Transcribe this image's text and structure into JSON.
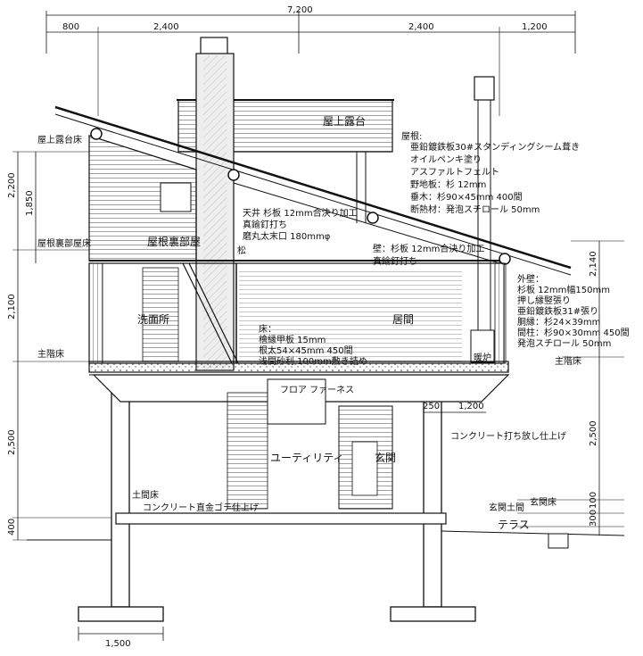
{
  "drawing": {
    "dimensions_top": {
      "overall": "7,200",
      "left_overhang": "800",
      "bay_left": "2,400",
      "bay_right": "2,400",
      "right_overhang": "1,200"
    },
    "dimensions_left": {
      "upper_1": "2,200",
      "upper_2": "1,850",
      "main_floor": "2,100",
      "lower": "2,500",
      "footing": "400"
    },
    "dimensions_right": {
      "upper": "2,140",
      "lower": "2,500",
      "d_100": "100",
      "d_300": "300"
    },
    "dimensions_bottom": {
      "footing_width": "1,500"
    },
    "dimensions_mid": {
      "d_250": "250",
      "d_1200": "1,200"
    },
    "level_labels": {
      "roof_deck_floor": "屋上露台床",
      "attic_floor": "屋根裏部屋床",
      "main_floor": "主階床",
      "main_floor_right": "主階床",
      "ground_floor": "土間床",
      "entrance_floor": "玄関土間",
      "entrance_floor_2": "玄関床"
    },
    "rooms": {
      "roof_deck": "屋上露台",
      "attic": "屋根裏部屋",
      "washroom": "洗面所",
      "living": "居間",
      "utility": "ユーティリティ",
      "entrance": "玄関",
      "terrace": "テラス",
      "furnace": "フロア\nファーネス",
      "stove": "暖炉"
    },
    "notes": {
      "roof_title": "屋根:",
      "roof": [
        "亜鉛鍍鉄板30#スタンディングシーム葺き",
        "オイルペンキ塗り",
        "アスファルトフェルト",
        "野地板：杉 12mm",
        "垂木：杉90×45mm 400間",
        "断熱材：発泡スチロール 50mm"
      ],
      "ceiling": [
        "天井  杉板 12mm合決り加工",
        "真鍮釘打ち",
        "磨丸太末口 180mmφ"
      ],
      "pine": "松",
      "wall": [
        "壁：杉板 12mm合決り加工",
        "真鍮釘打ち"
      ],
      "ext_wall": [
        "外壁：",
        "杉板 12mm幅150mm",
        "押し縁竪張り",
        "亜鉛鍍鉄板31#張り",
        "胴縁：杉24×39mm",
        "間柱：杉90×30mm 450間",
        "発泡スチロール 50mm"
      ],
      "floor": [
        "床：",
        "檜縁甲板 15mm",
        "根太54×45mm 450間",
        "浅間砂利 100mm敷き詰め"
      ],
      "concrete_exposed": "コンクリート打ち放し仕上げ",
      "ground_floor_finish": "コンクリート直金ゴテ仕上げ"
    }
  }
}
